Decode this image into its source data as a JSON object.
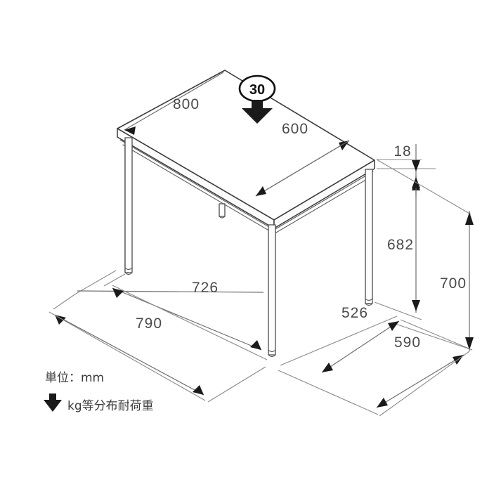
{
  "drawing": {
    "title": "Desk isometric dimension drawing",
    "unit_label": "単位：mm",
    "load_label": "kg等分布耐荷重",
    "load_badge": "30",
    "background_color": "#ffffff",
    "line_color": "#3b3b3b",
    "dim_color": "#6e6e6e",
    "text_color": "#4a4a4a"
  },
  "dimensions": {
    "top_width": "800",
    "top_depth": "600",
    "top_thickness": "18",
    "leg_height_under_top": "682",
    "total_height": "700",
    "base_width": "790",
    "base_depth_left": "726",
    "base_depth_right": "526",
    "base_width_right": "590"
  },
  "labels": [
    {
      "id": "dim-800",
      "value": "800"
    },
    {
      "id": "dim-600",
      "value": "600"
    },
    {
      "id": "dim-18",
      "value": "18"
    },
    {
      "id": "dim-682",
      "value": "682"
    },
    {
      "id": "dim-700",
      "value": "700"
    },
    {
      "id": "dim-726",
      "value": "726"
    },
    {
      "id": "dim-790",
      "value": "790"
    },
    {
      "id": "dim-526",
      "value": "526"
    },
    {
      "id": "dim-590",
      "value": "590"
    }
  ]
}
